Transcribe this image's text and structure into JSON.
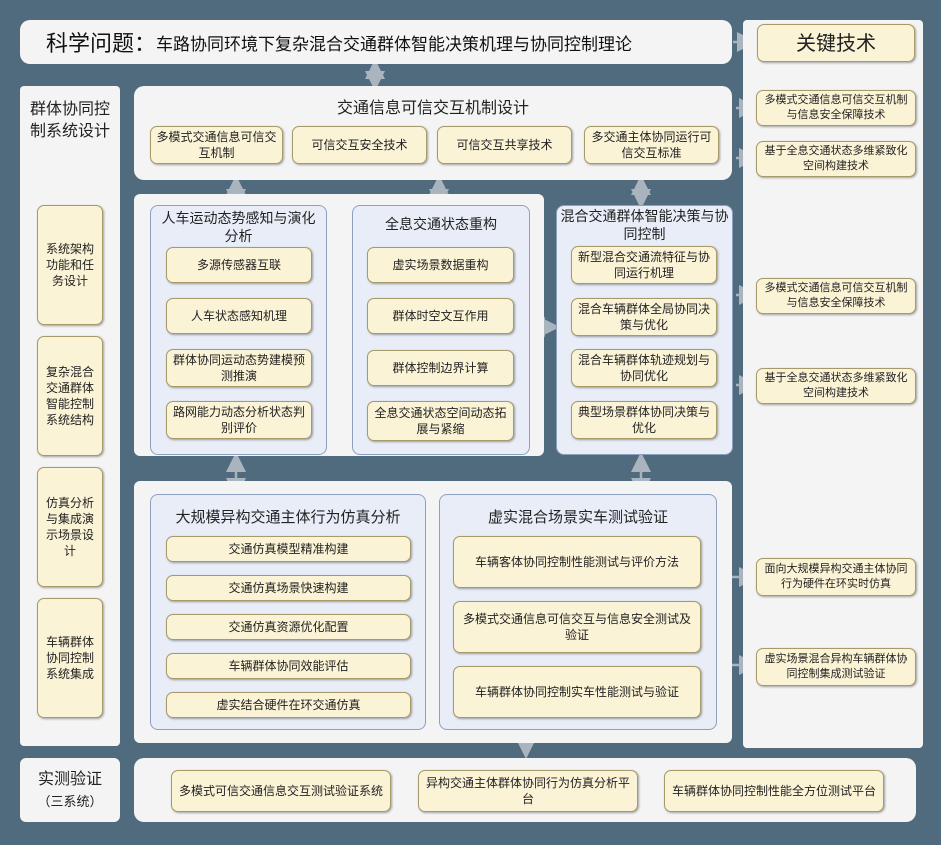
{
  "header": {
    "label": "科学问题：",
    "text": "车路协同环境下复杂混合交通群体智能决策机理与协同控制理论"
  },
  "key_tech": {
    "title": "关键技术",
    "items": [
      "多模式交通信息可信交互机制与信息安全保障技术",
      "基于全息交通状态多维紧致化空间构建技术",
      "多模式交通信息可信交互机制与信息安全保障技术",
      "基于全息交通状态多维紧致化空间构建技术",
      "面向大规模异构交通主体协同行为硬件在环实时仿真",
      "虚实场景混合异构车辆群体协同控制集成测试验证"
    ]
  },
  "left": {
    "title": "群体协同控制系统设计",
    "items": [
      "系统架构功能和任务设计",
      "复杂混合交通群体智能控制系统结构",
      "仿真分析与集成演示场景设计",
      "车辆群体协同控制系统集成"
    ]
  },
  "trust": {
    "title": "交通信息可信交互机制设计",
    "items": [
      "多模式交通信息可信交互机制",
      "可信交互安全技术",
      "可信交互共享技术",
      "多交通主体协同运行可信交互标准"
    ]
  },
  "perception": {
    "title": "人车运动态势感知与演化分析",
    "items": [
      "多源传感器互联",
      "人车状态感知机理",
      "群体协同运动态势建模预测推演",
      "路网能力动态分析状态判别评价"
    ]
  },
  "holo": {
    "title": "全息交通状态重构",
    "items": [
      "虚实场景数据重构",
      "群体时空文互作用",
      "群体控制边界计算",
      "全息交通状态空间动态拓展与紧缩"
    ]
  },
  "decision": {
    "title": "混合交通群体智能决策与协同控制",
    "items": [
      "新型混合交通流特征与协同运行机理",
      "混合车辆群体全局协同决策与优化",
      "混合车辆群体轨迹规划与协同优化",
      "典型场景群体协同决策与优化"
    ]
  },
  "sim": {
    "title": "大规模异构交通主体行为仿真分析",
    "items": [
      "交通仿真模型精准构建",
      "交通仿真场景快速构建",
      "交通仿真资源优化配置",
      "车辆群体协同效能评估",
      "虚实结合硬件在环交通仿真"
    ]
  },
  "test": {
    "title": "虚实混合场景实车测试验证",
    "items": [
      "车辆客体协同控制性能测试与评价方法",
      "多模式交通信息可信交互与信息安全测试及验证",
      "车辆群体协同控制实车性能测试与验证"
    ]
  },
  "bottom": {
    "title": "实测验证",
    "subtitle": "（三系统）",
    "items": [
      "多模式可信交通信息交互测试验证系统",
      "异构交通主体群体协同行为仿真分析平台",
      "车辆群体协同控制性能全方位测试平台"
    ]
  },
  "colors": {
    "background": "#506a7e",
    "panel": "#f4f4f4",
    "module": "#e8edf7",
    "box": "#fbf3d6"
  }
}
